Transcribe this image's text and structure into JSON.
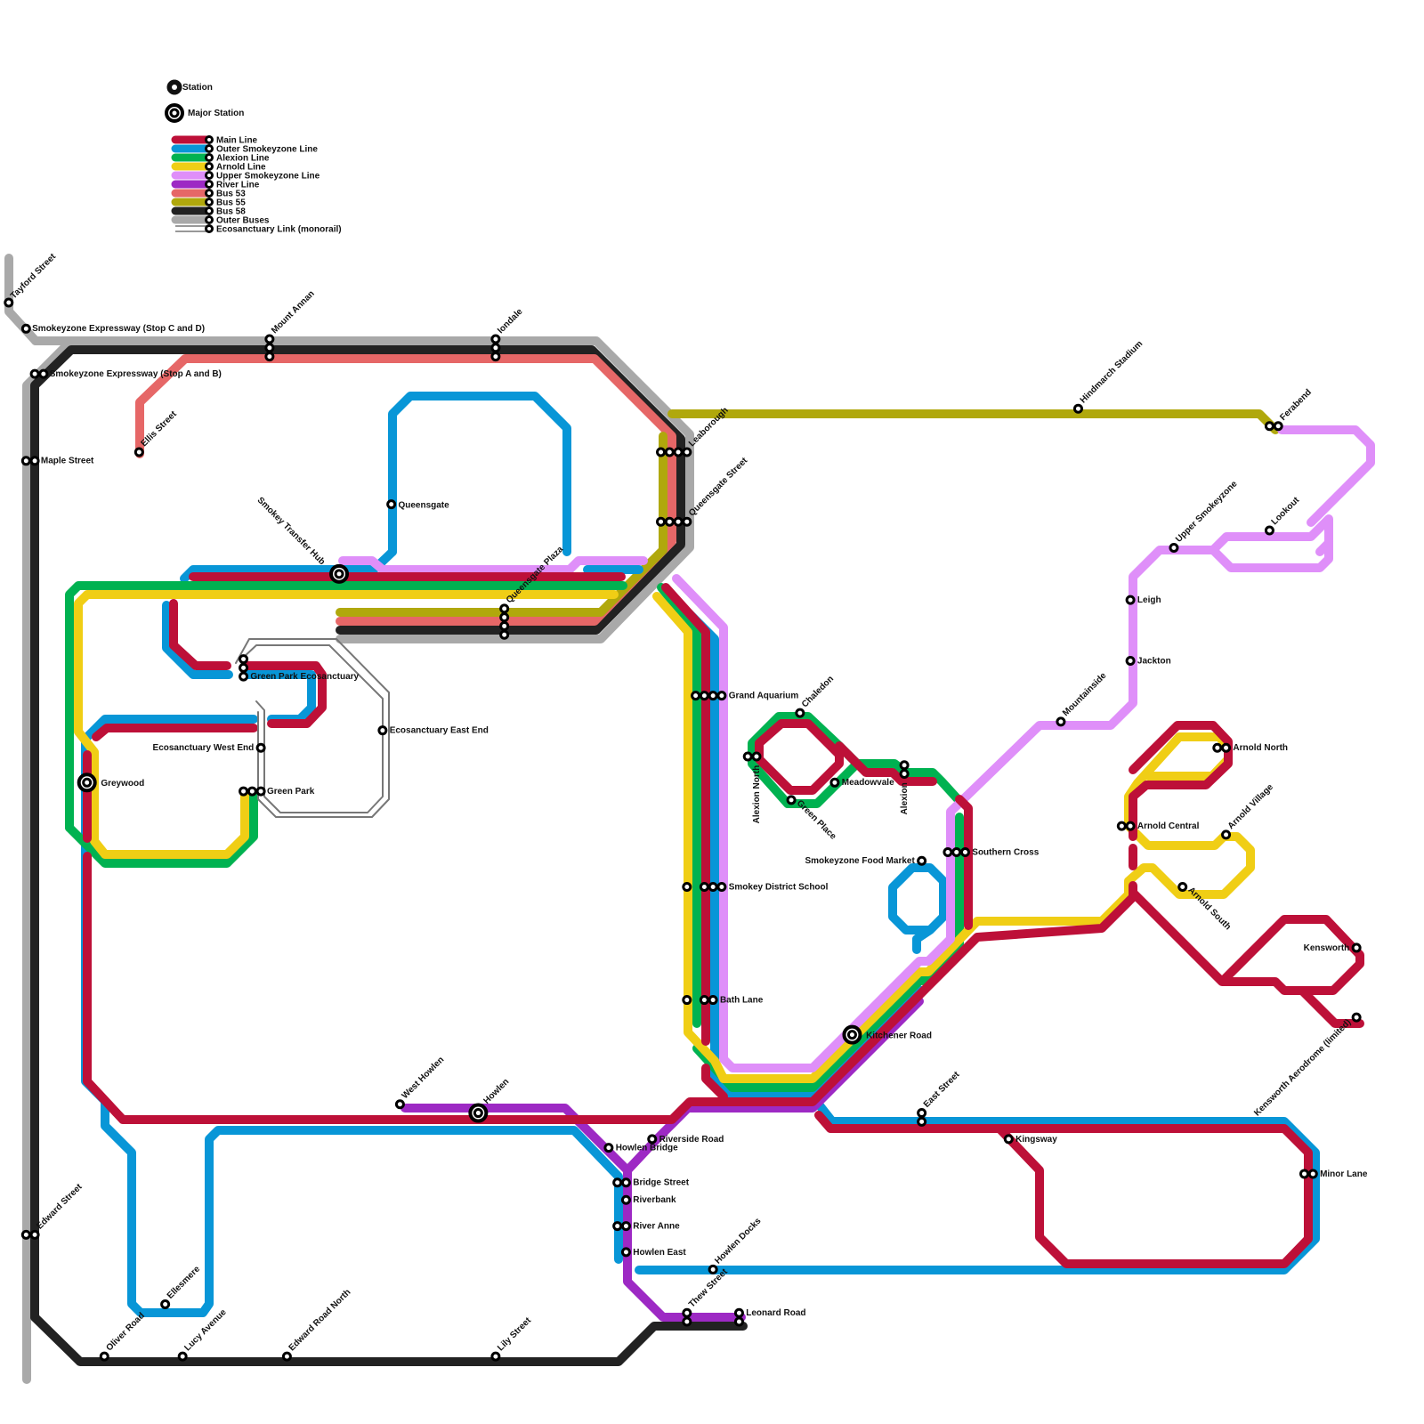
{
  "map_title": "Smokeyzone Transit Map",
  "legend": {
    "station_label": "Station",
    "major_station_label": "Major Station",
    "lines": [
      {
        "id": "main",
        "name": "Main Line",
        "color": "#bd1038"
      },
      {
        "id": "outer",
        "name": "Outer Smokeyzone Line",
        "color": "#0896d7"
      },
      {
        "id": "alexion",
        "name": "Alexion Line",
        "color": "#00b251"
      },
      {
        "id": "arnold",
        "name": "Arnold Line",
        "color": "#f0ce15"
      },
      {
        "id": "upper",
        "name": "Upper Smokeyzone Line",
        "color": "#df8ff9"
      },
      {
        "id": "river",
        "name": "River Line",
        "color": "#9d29c4"
      },
      {
        "id": "bus53",
        "name": "Bus 53",
        "color": "#e66767"
      },
      {
        "id": "bus55",
        "name": "Bus 55",
        "color": "#b0a80c"
      },
      {
        "id": "bus58",
        "name": "Bus 58",
        "color": "#222222"
      },
      {
        "id": "outerbus",
        "name": "Outer Buses",
        "color": "#a9a9a9"
      },
      {
        "id": "eco",
        "name": "Ecosanctuary Link (monorail)",
        "color": "#777777"
      }
    ]
  },
  "stations": [
    {
      "name": "Tayford Street",
      "kind": "station"
    },
    {
      "name": "Smokeyzone Expressway (Stop C and D)",
      "kind": "station"
    },
    {
      "name": "Smokeyzone Expressway (Stop A and B)",
      "kind": "station"
    },
    {
      "name": "Ellis Street",
      "kind": "station"
    },
    {
      "name": "Maple Street",
      "kind": "station"
    },
    {
      "name": "Mount Annan",
      "kind": "station"
    },
    {
      "name": "Iondale",
      "kind": "station"
    },
    {
      "name": "Queensgate",
      "kind": "station"
    },
    {
      "name": "Smokey Transfer Hub",
      "kind": "major"
    },
    {
      "name": "Queensgate Plaza",
      "kind": "station"
    },
    {
      "name": "Leaborough",
      "kind": "station"
    },
    {
      "name": "Queensgate Street",
      "kind": "station"
    },
    {
      "name": "Green Park Ecosanctuary",
      "kind": "station"
    },
    {
      "name": "Ecosanctuary West End",
      "kind": "station"
    },
    {
      "name": "Ecosanctuary East End",
      "kind": "station"
    },
    {
      "name": "Green Park",
      "kind": "station"
    },
    {
      "name": "Greywood",
      "kind": "major"
    },
    {
      "name": "Grand Aquarium",
      "kind": "station"
    },
    {
      "name": "Chaledon",
      "kind": "station"
    },
    {
      "name": "Alexion North",
      "kind": "station"
    },
    {
      "name": "Green Place",
      "kind": "station"
    },
    {
      "name": "Meadowvale",
      "kind": "station"
    },
    {
      "name": "Alexion",
      "kind": "station"
    },
    {
      "name": "Southern Cross",
      "kind": "station"
    },
    {
      "name": "Smokeyzone Food Market",
      "kind": "station"
    },
    {
      "name": "Smokey District School",
      "kind": "station"
    },
    {
      "name": "Bath Lane",
      "kind": "station"
    },
    {
      "name": "Kitchener Road",
      "kind": "major"
    },
    {
      "name": "Hindmarch Stadium",
      "kind": "station"
    },
    {
      "name": "Ferabend",
      "kind": "station"
    },
    {
      "name": "Upper Smokeyzone",
      "kind": "station"
    },
    {
      "name": "Lookout",
      "kind": "station"
    },
    {
      "name": "Leigh",
      "kind": "station"
    },
    {
      "name": "Jackton",
      "kind": "station"
    },
    {
      "name": "Mountainside",
      "kind": "station"
    },
    {
      "name": "Arnold North",
      "kind": "station"
    },
    {
      "name": "Arnold Central",
      "kind": "station"
    },
    {
      "name": "Arnold Village",
      "kind": "station"
    },
    {
      "name": "Arnold South",
      "kind": "station"
    },
    {
      "name": "Kensworth",
      "kind": "station"
    },
    {
      "name": "Kensworth Aerodrome (limited)",
      "kind": "station"
    },
    {
      "name": "Minor Lane",
      "kind": "station"
    },
    {
      "name": "East Street",
      "kind": "station"
    },
    {
      "name": "Kingsway",
      "kind": "station"
    },
    {
      "name": "West Howlen",
      "kind": "station"
    },
    {
      "name": "Howlen",
      "kind": "major"
    },
    {
      "name": "Howlen Bridge",
      "kind": "station"
    },
    {
      "name": "Riverside Road",
      "kind": "station"
    },
    {
      "name": "Bridge Street",
      "kind": "station"
    },
    {
      "name": "Riverbank",
      "kind": "station"
    },
    {
      "name": "River Anne",
      "kind": "station"
    },
    {
      "name": "Howlen East",
      "kind": "station"
    },
    {
      "name": "Howlen Docks",
      "kind": "station"
    },
    {
      "name": "Thew Street",
      "kind": "station"
    },
    {
      "name": "Leonard Road",
      "kind": "station"
    },
    {
      "name": "Edward Street",
      "kind": "station"
    },
    {
      "name": "Ellesmere",
      "kind": "station"
    },
    {
      "name": "Oliver Road",
      "kind": "station"
    },
    {
      "name": "Lucy Avenue",
      "kind": "station"
    },
    {
      "name": "Edward Road North",
      "kind": "station"
    },
    {
      "name": "Lily Street",
      "kind": "station"
    }
  ]
}
